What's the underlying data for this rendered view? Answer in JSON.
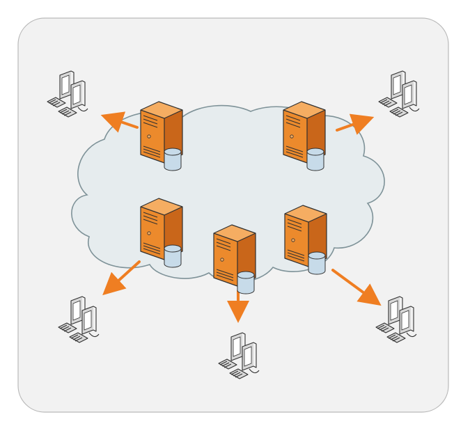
{
  "diagram": {
    "colors": {
      "frame_fill": "#f2f2f2",
      "frame_stroke": "#b9b9b9",
      "cloud_fill": "#e6ecee",
      "cloud_stroke": "#7e9298",
      "arrow": "#ef7e22",
      "server_front": "#ec8a2c",
      "server_side": "#c9661a",
      "server_top": "#f5ad62",
      "disk": "#c7dbe9",
      "monitor": "#d8d8d8",
      "monitor_screen": "#ffffff",
      "outline": "#303030"
    },
    "servers": [
      {
        "id": "server-1",
        "icon": "server-icon",
        "has_database": true
      },
      {
        "id": "server-2",
        "icon": "server-icon",
        "has_database": true
      },
      {
        "id": "server-3",
        "icon": "server-icon",
        "has_database": true
      },
      {
        "id": "server-4",
        "icon": "server-icon",
        "has_database": true
      },
      {
        "id": "server-5",
        "icon": "server-icon",
        "has_database": true
      }
    ],
    "clients": [
      {
        "id": "client-1",
        "icon": "workstation-icon"
      },
      {
        "id": "client-2",
        "icon": "workstation-icon"
      },
      {
        "id": "client-3",
        "icon": "workstation-icon"
      },
      {
        "id": "client-4",
        "icon": "workstation-icon"
      },
      {
        "id": "client-5",
        "icon": "workstation-icon"
      }
    ],
    "connections": [
      {
        "from": "server-1",
        "to": "client-1"
      },
      {
        "from": "server-2",
        "to": "client-2"
      },
      {
        "from": "server-3",
        "to": "client-3"
      },
      {
        "from": "server-4",
        "to": "client-4"
      },
      {
        "from": "server-5",
        "to": "client-5"
      }
    ]
  }
}
